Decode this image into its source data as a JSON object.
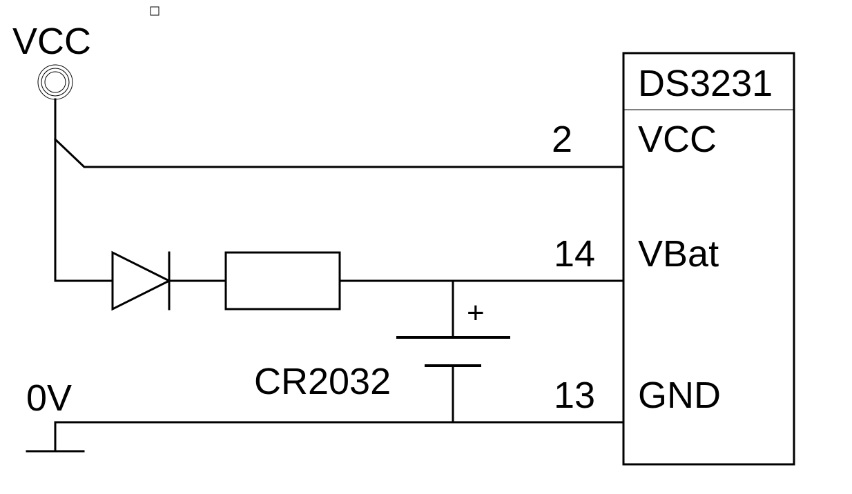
{
  "diagram": {
    "supply_label": "VCC",
    "ground_label": "0V",
    "battery_label": "CR2032",
    "battery_polarity": "+",
    "ic": {
      "name": "DS3231",
      "pins": [
        {
          "number": "2",
          "name": "VCC"
        },
        {
          "number": "14",
          "name": "VBat"
        },
        {
          "number": "13",
          "name": "GND"
        }
      ]
    }
  }
}
